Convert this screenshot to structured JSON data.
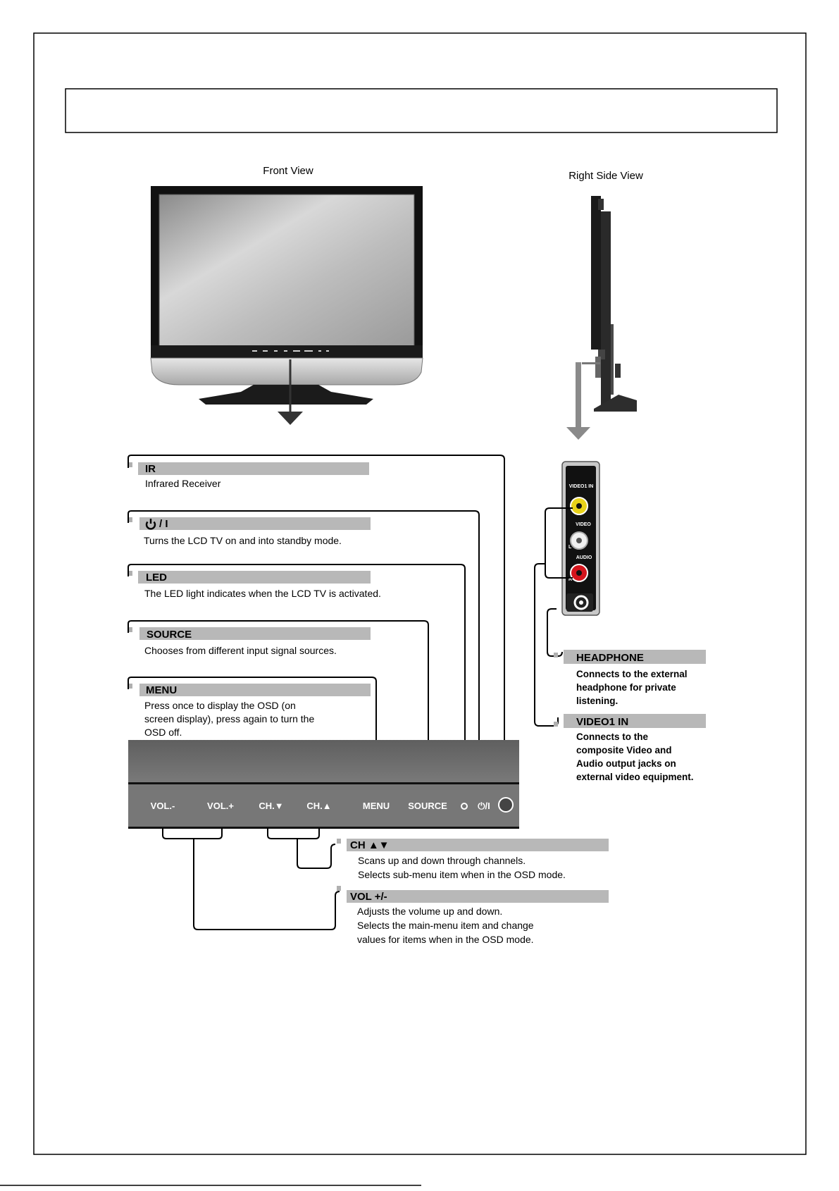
{
  "title_box": {
    "text": ""
  },
  "views": {
    "front": "Front View",
    "side": "Right Side View"
  },
  "left_callouts": [
    {
      "key": "ir",
      "title": "IR",
      "lines": [
        "Infrared Receiver"
      ]
    },
    {
      "key": "power",
      "title": "/ I",
      "icon": "power-icon",
      "lines": [
        "Turns the LCD TV on and into standby mode."
      ]
    },
    {
      "key": "led",
      "title": "LED",
      "lines": [
        "The LED light indicates when the LCD TV is activated."
      ]
    },
    {
      "key": "source",
      "title": "SOURCE",
      "lines": [
        "Chooses from different input signal sources."
      ]
    },
    {
      "key": "menu",
      "title": "MENU",
      "lines": [
        "Press once to display the OSD (on",
        "screen display), press again to turn the",
        "OSD off."
      ]
    }
  ],
  "panel_buttons": [
    "VOL.-",
    "VOL.+",
    "CH.▼",
    "CH.▲",
    "MENU",
    "SOURCE",
    "⏻/I"
  ],
  "bottom_callouts": [
    {
      "key": "ch",
      "title": "CH ▲▼",
      "lines": [
        "Scans up and down through channels.",
        "Selects sub-menu item when in the OSD mode."
      ]
    },
    {
      "key": "vol",
      "title": "VOL +/-",
      "lines": [
        "Adjusts the volume up and down.",
        "Selects the main-menu item and change",
        "values for items when in the OSD mode."
      ]
    }
  ],
  "jack_panel": {
    "header": "VIDEO1 IN",
    "video": "VIDEO",
    "left": "L",
    "audio": "AUDIO",
    "right": "R"
  },
  "right_callouts": [
    {
      "key": "headphone",
      "title": "HEADPHONE",
      "lines": [
        "Connects to the external",
        "headphone for private",
        "listening."
      ]
    },
    {
      "key": "video1",
      "title": "VIDEO1 IN",
      "lines": [
        "Connects to the",
        "composite Video and",
        "Audio output jacks on",
        "external video equipment."
      ]
    }
  ],
  "colors": {
    "bar_gray": "#b8b8b8",
    "panel_gray": "#6e6e6e",
    "jack_yellow": "#e8d21a",
    "jack_white": "#f0f0f0",
    "jack_red": "#d4141c"
  }
}
